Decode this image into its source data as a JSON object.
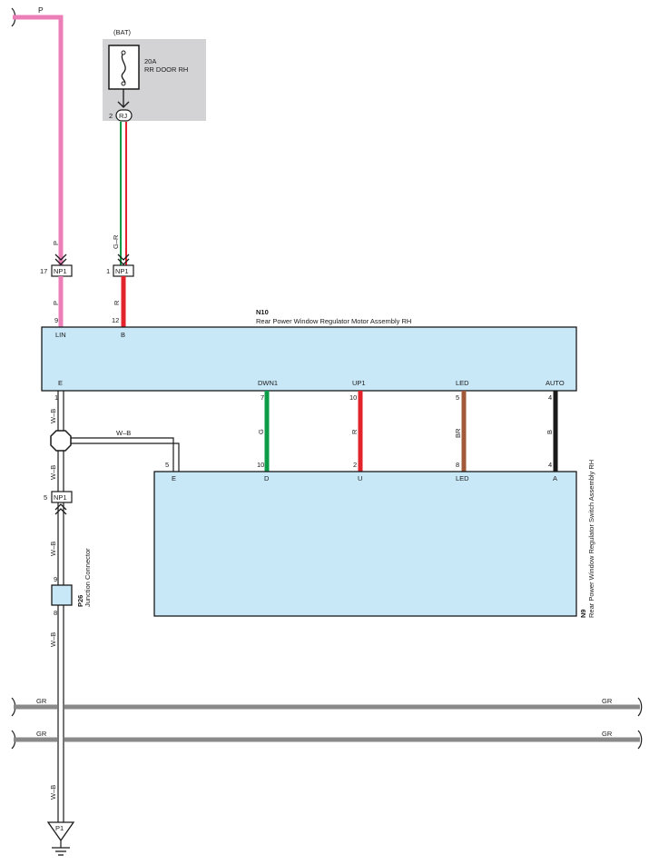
{
  "colors": {
    "component_fill": "#c8e8f8",
    "fuse_box_fill": "#d3d3d6",
    "pink": "#ec7fb8",
    "green": "#0c9c48",
    "red": "#e3232b",
    "brown": "#a05a3a",
    "black": "#1a1a1a",
    "gray": "#8a8a8a"
  },
  "top_wire": {
    "label": "P"
  },
  "fuse_box": {
    "source": "(BAT)",
    "rating": "20A",
    "name": "RR DOOR RH",
    "connector": "RJ",
    "pin": "2"
  },
  "connectors": {
    "np1_a": {
      "id": "NP1",
      "pin": "17"
    },
    "np1_b": {
      "id": "NP1",
      "pin": "1"
    },
    "np1_c": {
      "id": "NP1",
      "pin": "5"
    }
  },
  "wire_labels": {
    "p_upper": "P",
    "p_lower": "P",
    "g_r": "G–R",
    "r_upper": "R",
    "w_b_1": "W–B",
    "w_b_2": "W–B",
    "w_b_h": "W–B",
    "w_b_3": "W–B",
    "w_b_4": "W–B",
    "w_b_5": "W–B",
    "g": "G",
    "r": "R",
    "br": "BR",
    "b": "B",
    "gr_1_left": "GR",
    "gr_1_right": "GR",
    "gr_2_left": "GR",
    "gr_2_right": "GR"
  },
  "n10": {
    "code": "N10",
    "name": "Rear Power Window Regulator Motor Assembly RH",
    "top_pins": [
      {
        "pin": "9",
        "terminal": "LIN"
      },
      {
        "pin": "12",
        "terminal": "B"
      }
    ],
    "bottom_pins": [
      {
        "pin": "1",
        "terminal": "E"
      },
      {
        "pin": "7",
        "terminal": "DWN1"
      },
      {
        "pin": "10",
        "terminal": "UP1"
      },
      {
        "pin": "5",
        "terminal": "LED"
      },
      {
        "pin": "4",
        "terminal": "AUTO"
      }
    ]
  },
  "n9": {
    "code": "N9",
    "name": "Rear Power Window Regulator Switch Assembly RH",
    "pins": [
      {
        "pin": "5",
        "terminal": "E"
      },
      {
        "pin": "10",
        "terminal": "D"
      },
      {
        "pin": "2",
        "terminal": "U"
      },
      {
        "pin": "8",
        "terminal": "LED"
      },
      {
        "pin": "4",
        "terminal": "A"
      }
    ]
  },
  "p26": {
    "code": "P26",
    "name": "Junction Connector",
    "pin_top": "9",
    "pin_bottom": "8"
  },
  "ground": {
    "label": "P1"
  }
}
